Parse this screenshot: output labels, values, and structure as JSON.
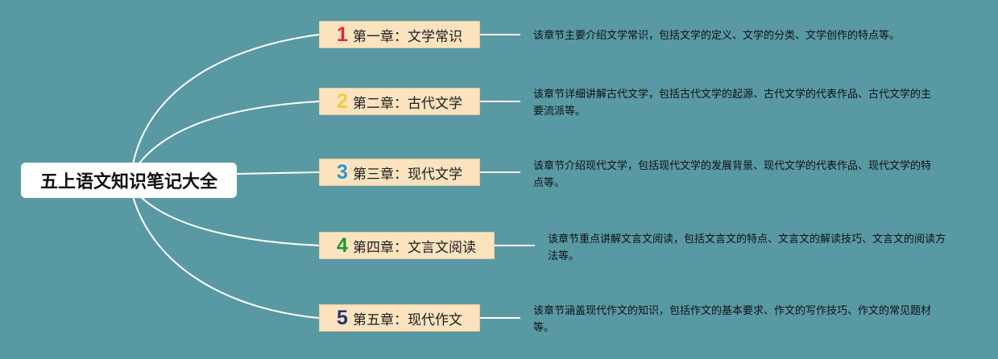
{
  "root": {
    "label": "五上语文知识笔记大全"
  },
  "chapters": [
    {
      "number": "1",
      "title": "第一章：文学常识",
      "color": "#e1262b",
      "description": "该章节主要介绍文学常识，包括文学的定义、文学的分类、文学创作的特点等。"
    },
    {
      "number": "2",
      "title": "第二章：古代文学",
      "color": "#f3cd2f",
      "description": "该章节详细讲解古代文学，包括古代文学的起源、古代文学的代表作品、古代文学的主要流派等。"
    },
    {
      "number": "3",
      "title": "第三章：现代文学",
      "color": "#2a95d6",
      "description": "该章节介绍现代文学，包括现代文学的发展背景、现代文学的代表作品、现代文学的特点等。"
    },
    {
      "number": "4",
      "title": "第四章：文言文阅读",
      "color": "#1e9a2e",
      "description": "该章节重点讲解文言文阅读，包括文言文的特点、文言文的解读技巧、文言文的阅读方法等。"
    },
    {
      "number": "5",
      "title": "第五章：现代作文",
      "color": "#233275",
      "description": "该章节涵盖现代作文的知识，包括作文的基本要求、作文的写作技巧、作文的常见题材等。"
    }
  ],
  "colors": {
    "background": "#5899a4",
    "chapter_fill": "#fbe3c0",
    "line": "#ffffff"
  }
}
